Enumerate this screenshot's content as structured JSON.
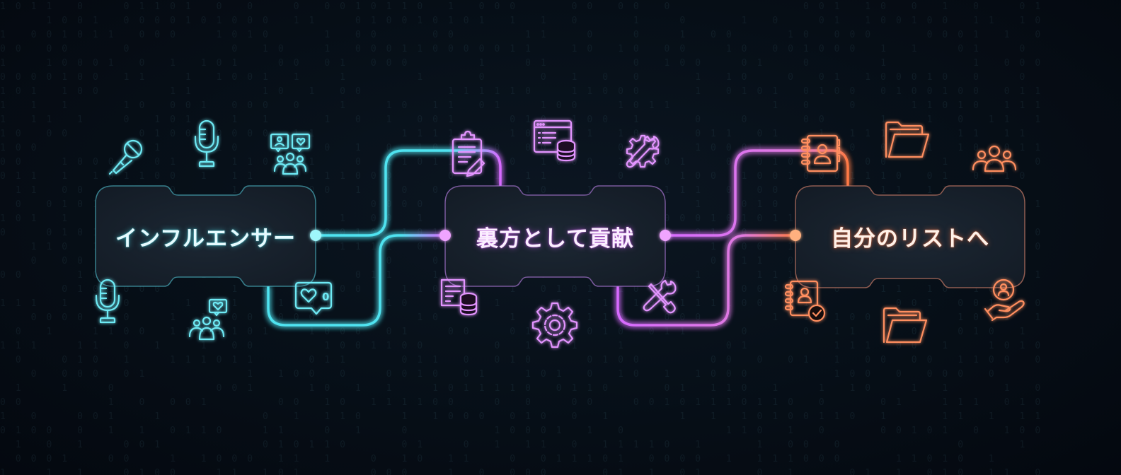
{
  "colors": {
    "background": "#060c14",
    "cyan": "#4fe3f0",
    "purple": "#d76bff",
    "orange": "#ff7a45",
    "box_fill": "#16202b"
  },
  "nodes": [
    {
      "id": "influencer",
      "label": "インフルエンサー",
      "color": "#4fe3f0",
      "icons": [
        "handheld-microphone-icon",
        "studio-microphone-icon",
        "audience-chat-bubbles-icon",
        "small-microphone-icon",
        "community-heart-icon",
        "like-notification-icon"
      ],
      "like_count": "0"
    },
    {
      "id": "behind-the-scenes",
      "label": "裏方として貢献",
      "color": "#d76bff",
      "icons": [
        "clipboard-edit-icon",
        "browser-database-icon",
        "gear-wrench-icon",
        "document-database-icon",
        "gear-icon",
        "tools-crossed-icon"
      ]
    },
    {
      "id": "own-list",
      "label": "自分のリストへ",
      "color": "#ff7a45",
      "icons": [
        "contact-book-icon",
        "open-folder-icon",
        "group-users-icon",
        "contact-book-check-icon",
        "open-folder-icon",
        "hand-user-icon"
      ]
    }
  ],
  "connections": [
    {
      "from": "influencer",
      "to": "behind-the-scenes"
    },
    {
      "from": "behind-the-scenes",
      "to": "own-list"
    }
  ],
  "background_pattern": "binary-digits"
}
